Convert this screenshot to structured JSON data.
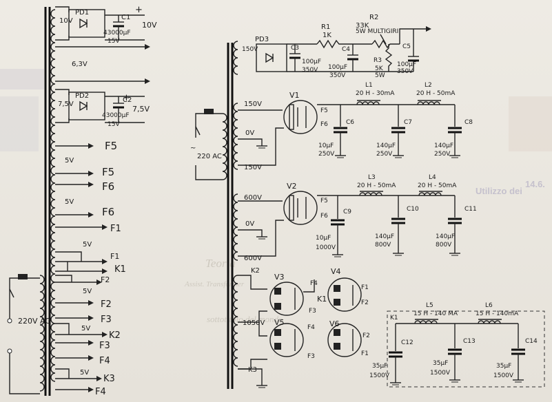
{
  "mains_transformer_left": {
    "primary_label": "220V AC",
    "outputs": [
      "10V",
      "6,3V",
      "7,5V",
      "5V",
      "F5",
      "F5",
      "F6",
      "5V",
      "F6",
      "F1",
      "5V",
      "F1",
      "K1",
      "F2",
      "5V",
      "F2",
      "F3",
      "5V",
      "K2",
      "F3",
      "F4",
      "5V",
      "K3",
      "F4"
    ]
  },
  "rectifier_10v": {
    "bridge": "PD1",
    "cap": "C1",
    "cap_value": "43000µF",
    "cap_voltage": "15V",
    "out": "10V"
  },
  "rectifier_7v5": {
    "bridge": "PD2",
    "cap": "C2",
    "cap_value": "43000µF",
    "cap_voltage": "15V",
    "in": "7,5V",
    "out": "7,5V"
  },
  "hv_supply": {
    "bridge": "PD3",
    "in": "150V",
    "c3": "C3",
    "c3_value": "100µF",
    "c3_voltage": "350V",
    "r1": "R1",
    "r1_value": "1K",
    "c4": "C4",
    "c4_value": "100µF",
    "c4_voltage": "350V",
    "r2": "R2",
    "r2_value": "33K",
    "r2_note": "5W MULTIGIRI",
    "r3": "R3",
    "r3_value": "5K",
    "r3_watt": "5W",
    "c5": "C5",
    "c5_value": "100µF",
    "c5_voltage": "350V"
  },
  "mid_transformer": {
    "primary": "220 AC",
    "taps": [
      "150V",
      "0V",
      "150V",
      "600V",
      "0V",
      "600V",
      "K2",
      "1050V",
      "K3"
    ]
  },
  "stage1": {
    "tube": "V1",
    "f5": "F5",
    "f6": "F6",
    "l1": "L1",
    "l1_value": "20 H - 30mA",
    "l2": "L2",
    "l2_value": "20 H - 50mA",
    "c6": "C6",
    "c6_value": "10µF",
    "c6_voltage": "250V",
    "c7": "C7",
    "c7_value": "140µF",
    "c7_voltage": "250V",
    "c8": "C8",
    "c8_value": "140µF",
    "c8_voltage": "250V"
  },
  "stage2": {
    "tube": "V2",
    "f5": "F5",
    "f6": "F6",
    "l3": "L3",
    "l3_value": "20 H - 50mA",
    "l4": "L4",
    "l4_value": "20 H - 50mA",
    "c9": "C9",
    "c9_value": "10µF",
    "c9_voltage": "1000V",
    "c10": "C10",
    "c10_value": "140µF",
    "c10_voltage": "800V",
    "c11": "C11",
    "c11_value": "140µF",
    "c11_voltage": "800V"
  },
  "stage3": {
    "tubes": [
      "V3",
      "V4",
      "V5",
      "V6"
    ],
    "pins": [
      "F4",
      "F3",
      "K1",
      "F1",
      "F2",
      "F4",
      "F3",
      "F2",
      "F1"
    ],
    "k1": "K1",
    "l5": "L5",
    "l5_value": "15 H - 140 MA",
    "l6": "L6",
    "l6_value": "15 H - 140mA",
    "c12": "C12",
    "c12_value": "35µF",
    "c12_voltage": "1500V",
    "c13": "C13",
    "c13_value": "35µF",
    "c13_voltage": "1500V",
    "c14": "C14",
    "c14_value": "35µF",
    "c14_voltage": "1500V"
  },
  "background_print": {
    "line1": "Utilizzo dei",
    "line2": "Teoria",
    "line3": "Assist. Transformer",
    "line4": "sottotitolo del mondo",
    "badge": "14.6."
  }
}
